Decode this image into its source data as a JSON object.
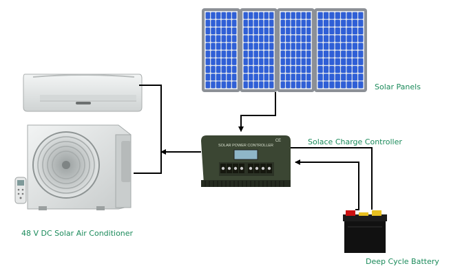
{
  "labels": {
    "solar_panels": "Solar Panels",
    "charge_controller": "Solace Charge Controller",
    "air_conditioner": "48 V DC Solar Air Conditioner",
    "battery": "Deep Cycle Battery",
    "controller_face": "SOLAR POWER CONTROLLER",
    "controller_badge": "CE"
  },
  "colors": {
    "label_text": "#1a8a5a",
    "panel_frame": "#8c9096",
    "panel_cell": "#2f5fd6",
    "controller_body": "#3b4633",
    "battery_body": "#111111",
    "battery_cap": "#e8c020",
    "battery_pos": "#cc1111",
    "ac_body": "#e4e6e6",
    "wire": "#000000"
  }
}
